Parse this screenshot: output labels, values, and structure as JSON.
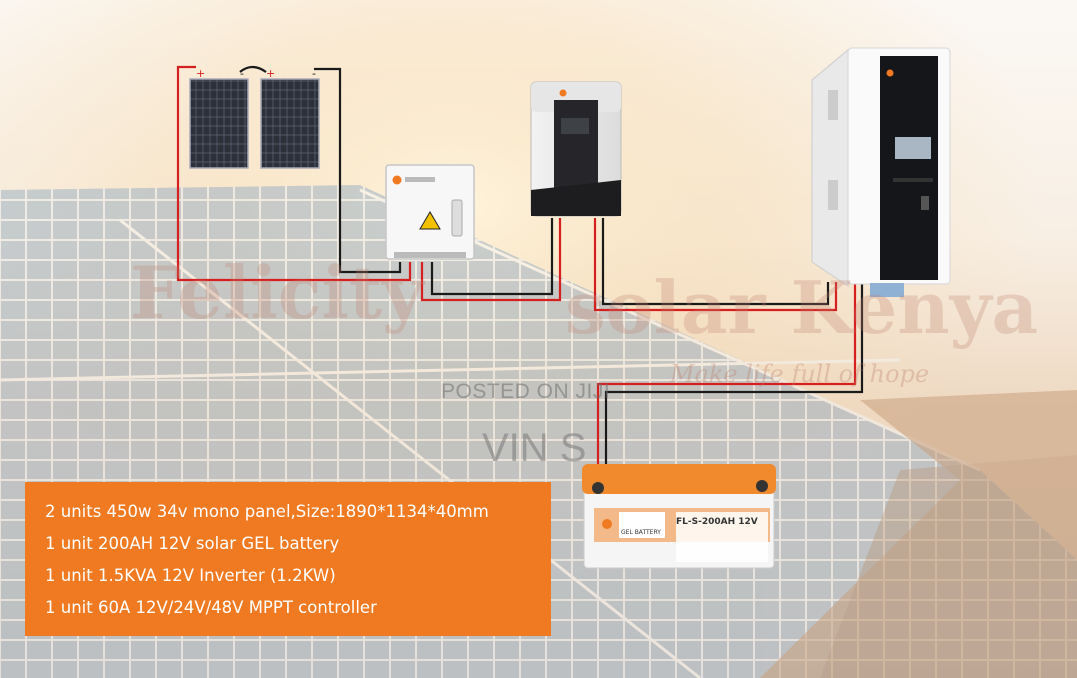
{
  "watermark": {
    "posted": "POSTED ON JIJI",
    "seller": "VIN S",
    "brand_left": "Felicity",
    "brand_right": "solar Kenya",
    "tagline": "Make life full of hope"
  },
  "battery": {
    "label": "FL-S-200AH 12V",
    "sub_label": "GEL BATTERY"
  },
  "terminals": {
    "plus": "+",
    "minus": "-"
  },
  "specs": {
    "lines": [
      "2 units 450w 34v mono panel,Size:1890*1134*40mm",
      "1 unit 200AH 12V solar GEL battery",
      "1 unit 1.5KVA 12V Inverter (1.2KW)",
      "1 unit 60A 12V/24V/48V MPPT controller"
    ]
  },
  "colors": {
    "accent": "#f07a22",
    "wire_red": "#d62020",
    "wire_black": "#1a1a1a",
    "panel": "#2a2f36"
  }
}
